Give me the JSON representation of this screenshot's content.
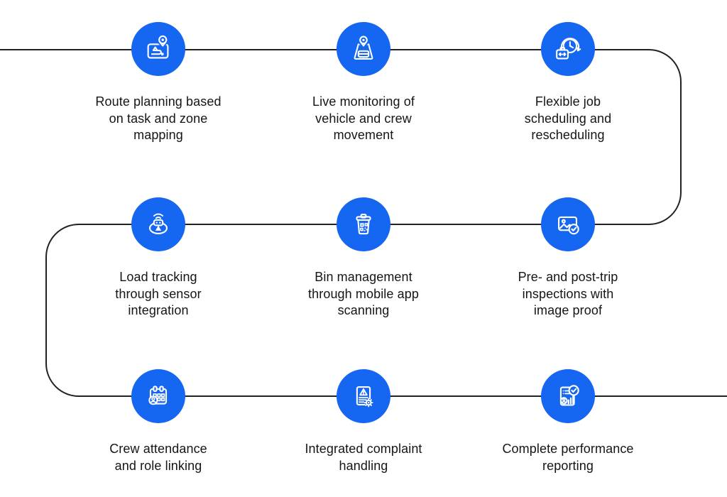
{
  "diagram": {
    "title": "Process flow infographic with nine circular icon steps connected by an S-shaped line",
    "style": {
      "accent_blue": "#1566F1",
      "icon_stroke": "#ffffff",
      "connector_color": "#212121",
      "text_color": "#141518",
      "background": "#ffffff"
    },
    "steps": [
      {
        "id": "route-planning",
        "icon": "map-route-icon",
        "label": "Route planning based\non task and zone\nmapping"
      },
      {
        "id": "live-monitoring",
        "icon": "vehicle-location-icon",
        "label": "Live monitoring of\nvehicle and crew\nmovement"
      },
      {
        "id": "job-scheduling",
        "icon": "schedule-clock-icon",
        "label": "Flexible job\nscheduling and\nrescheduling"
      },
      {
        "id": "load-tracking",
        "icon": "sensor-signal-icon",
        "label": "Load tracking\nthrough sensor\nintegration"
      },
      {
        "id": "bin-management",
        "icon": "bin-qr-scan-icon",
        "label": "Bin management\nthrough mobile app\nscanning"
      },
      {
        "id": "trip-inspections",
        "icon": "photo-check-icon",
        "label": "Pre- and post-trip\ninspections with\nimage proof"
      },
      {
        "id": "crew-attendance",
        "icon": "calendar-person-icon",
        "label": "Crew attendance\nand role linking"
      },
      {
        "id": "complaint-handling",
        "icon": "complaint-document-icon",
        "label": "Integrated complaint\nhandling"
      },
      {
        "id": "performance-reporting",
        "icon": "performance-report-icon",
        "label": "Complete performance\nreporting"
      }
    ]
  }
}
